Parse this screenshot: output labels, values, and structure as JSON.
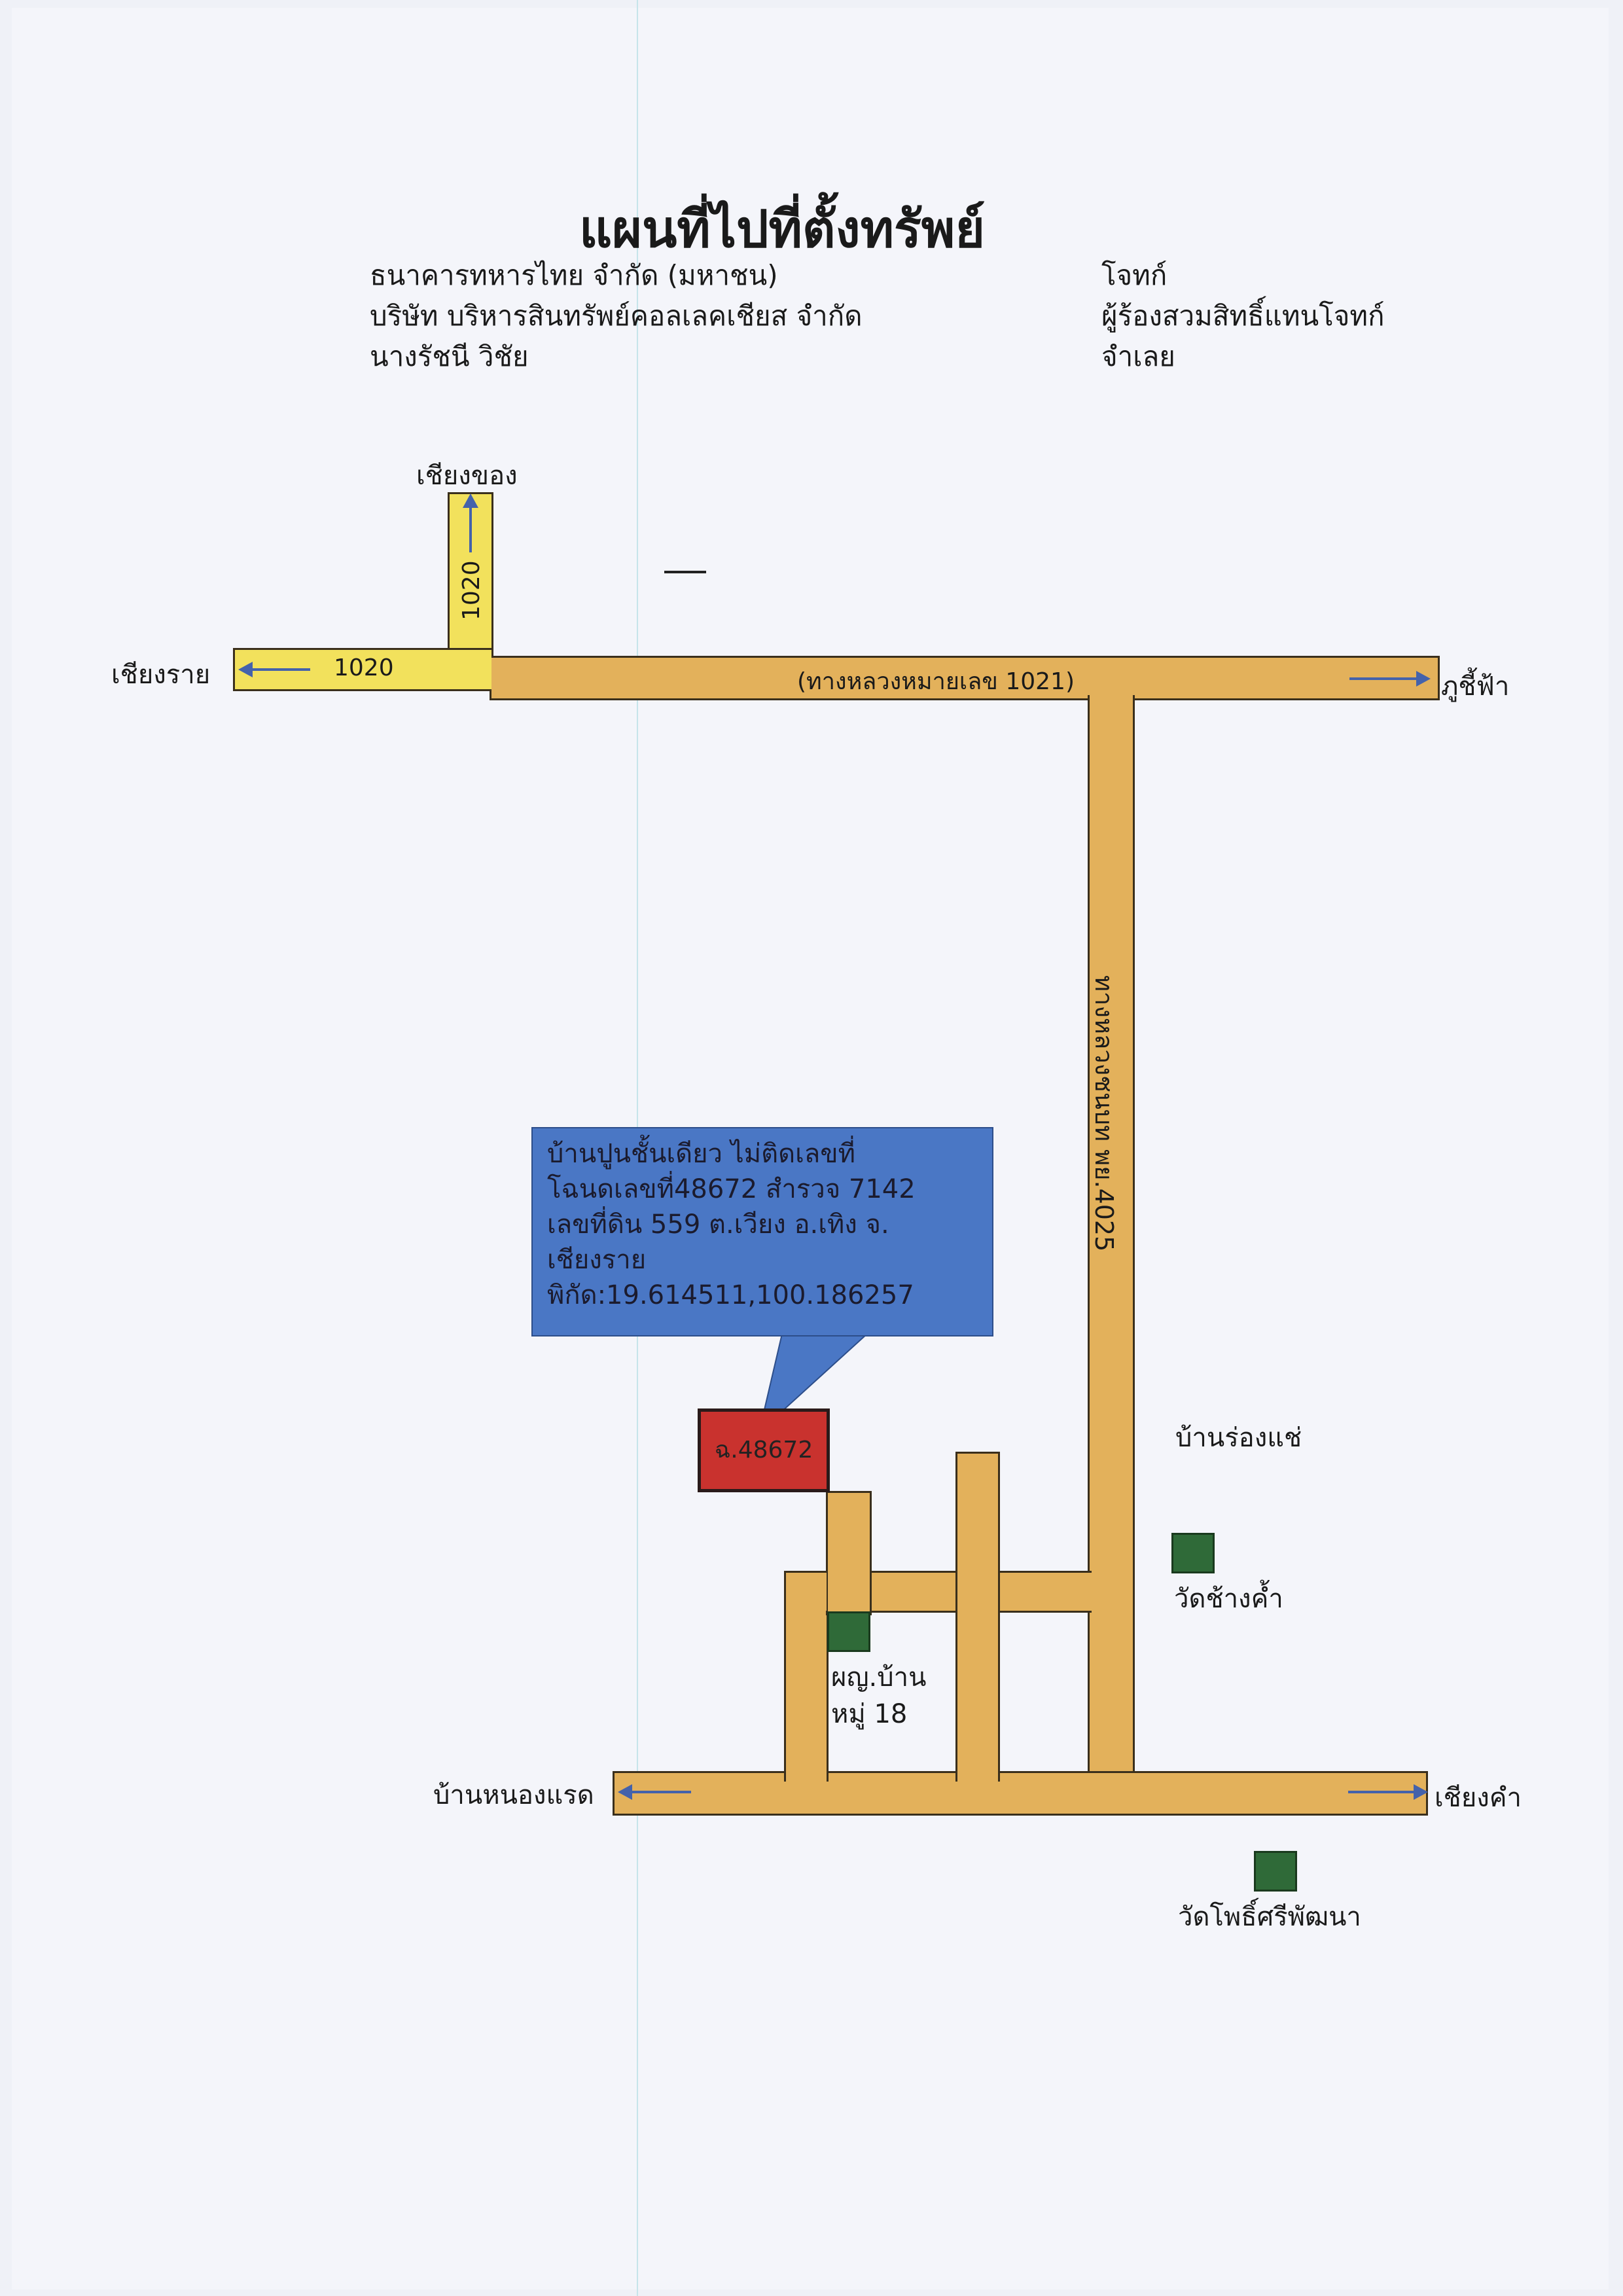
{
  "title": "แผนที่ไปที่ตั้งทรัพย์",
  "header_left": [
    "ธนาคารทหารไทย  จำกัด  (มหาชน)",
    "บริษัท  บริหารสินทรัพย์คอลเลคเชียส  จำกัด",
    "นางรัชนี    วิชัย"
  ],
  "header_right": [
    "โจทก์",
    "ผู้ร้องสวมสิทธิ์แทนโจทก์",
    "จำเลย"
  ],
  "places": {
    "chiang_khong": "เชียงของ",
    "chiang_rai": "เชียงราย",
    "phu_chi_fa": "ภูชี้ฟ้า",
    "ban_nong_raet": "บ้านหนองแรด",
    "chiang_kham": "เชียงคำ",
    "ban_rong_chae": "บ้านร่องแช่"
  },
  "roads": {
    "r1020_h": "1020",
    "r1020_v": "1020",
    "r1021": "(ทางหลวงหมายเลข 1021)",
    "r4025": "ทางหลวงชนบท พย.4025"
  },
  "callout_lines": [
    "บ้านปูนชั้นเดียว     ไม่ติดเลขที่",
    "โฉนดเลขที่48672  สำรวจ 7142",
    "เลขที่ดิน 559  ต.เวียง   อ.เทิง  จ.",
    "เชียงราย",
    "พิกัด:19.614511,100.186257"
  ],
  "parcel_label": "ฉ.48672",
  "landmarks": {
    "wat_chang_kham": "วัดช้างค้ำ",
    "village_head_line1": "ผญ.บ้าน",
    "village_head_line2": "หมู่ 18",
    "wat_pho_si_phatthana": "วัดโพธิ์ศรีพัฒนา"
  },
  "colors": {
    "road_main": "#e3b15b",
    "road_1020": "#f2e15c",
    "callout": "#4a77c5",
    "parcel": "#c9322e",
    "landmark": "#2f6a38",
    "arrow": "#4462ab"
  }
}
